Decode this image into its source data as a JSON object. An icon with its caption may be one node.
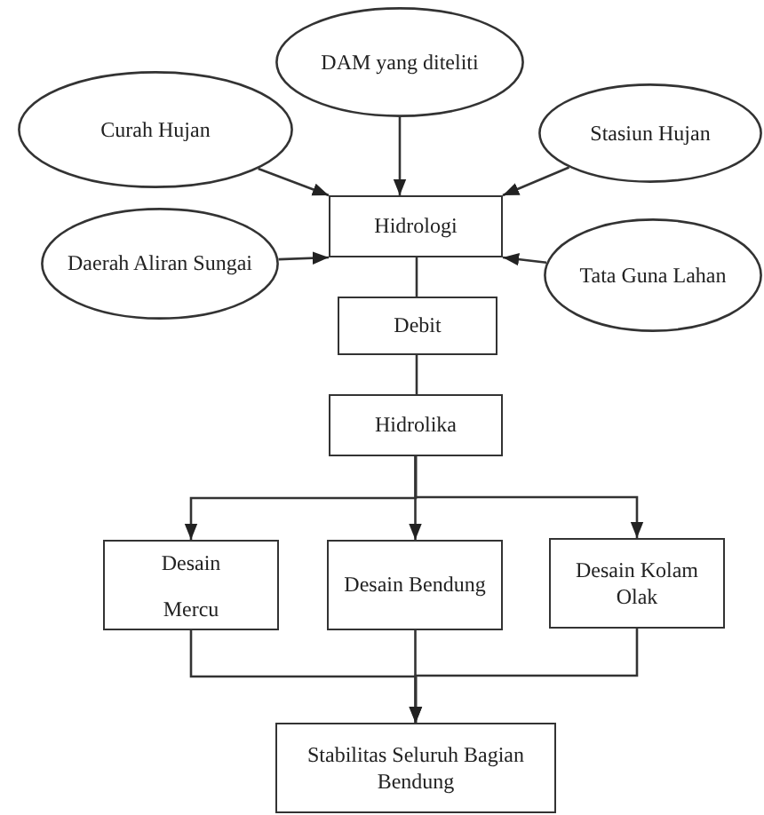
{
  "diagram": {
    "nodes": [
      {
        "text": [
          "DAM yang diteliti"
        ]
      },
      {
        "text": [
          "Curah Hujan"
        ]
      },
      {
        "text": [
          "Stasiun Hujan"
        ]
      },
      {
        "text": [
          "Hidrologi"
        ]
      },
      {
        "text": [
          "Daerah Aliran Sungai"
        ]
      },
      {
        "text": [
          "Tata Guna Lahan"
        ]
      },
      {
        "text": [
          "Debit"
        ]
      },
      {
        "text": [
          "Hidrolika"
        ]
      },
      {
        "text": [
          "Desain Mercu"
        ]
      },
      {
        "text": [
          "Desain Bendung"
        ]
      },
      {
        "text": [
          "Desain Kolam Olak"
        ]
      },
      {
        "text": [
          "Stabilitas Seluruh Bagian Bendung"
        ]
      }
    ],
    "edges": [
      {
        "from": 0,
        "to": 3,
        "arrow": "to"
      },
      {
        "from": 1,
        "to": 3,
        "arrow": "to"
      },
      {
        "from": 2,
        "to": 3,
        "arrow": "to"
      },
      {
        "from": 4,
        "to": 3,
        "arrow": "to"
      },
      {
        "from": 5,
        "to": 3,
        "arrow": "to"
      },
      {
        "from": 3,
        "to": 6,
        "arrow": "none"
      },
      {
        "from": 6,
        "to": 7,
        "arrow": "none"
      },
      {
        "from": 7,
        "to": 8,
        "arrow": "to"
      },
      {
        "from": 7,
        "to": 9,
        "arrow": "to"
      },
      {
        "from": 7,
        "to": 10,
        "arrow": "to"
      },
      {
        "from": 8,
        "to": 11,
        "arrow": "to"
      },
      {
        "from": 9,
        "to": 11,
        "arrow": "to"
      },
      {
        "from": 10,
        "to": 11,
        "arrow": "to"
      }
    ]
  }
}
